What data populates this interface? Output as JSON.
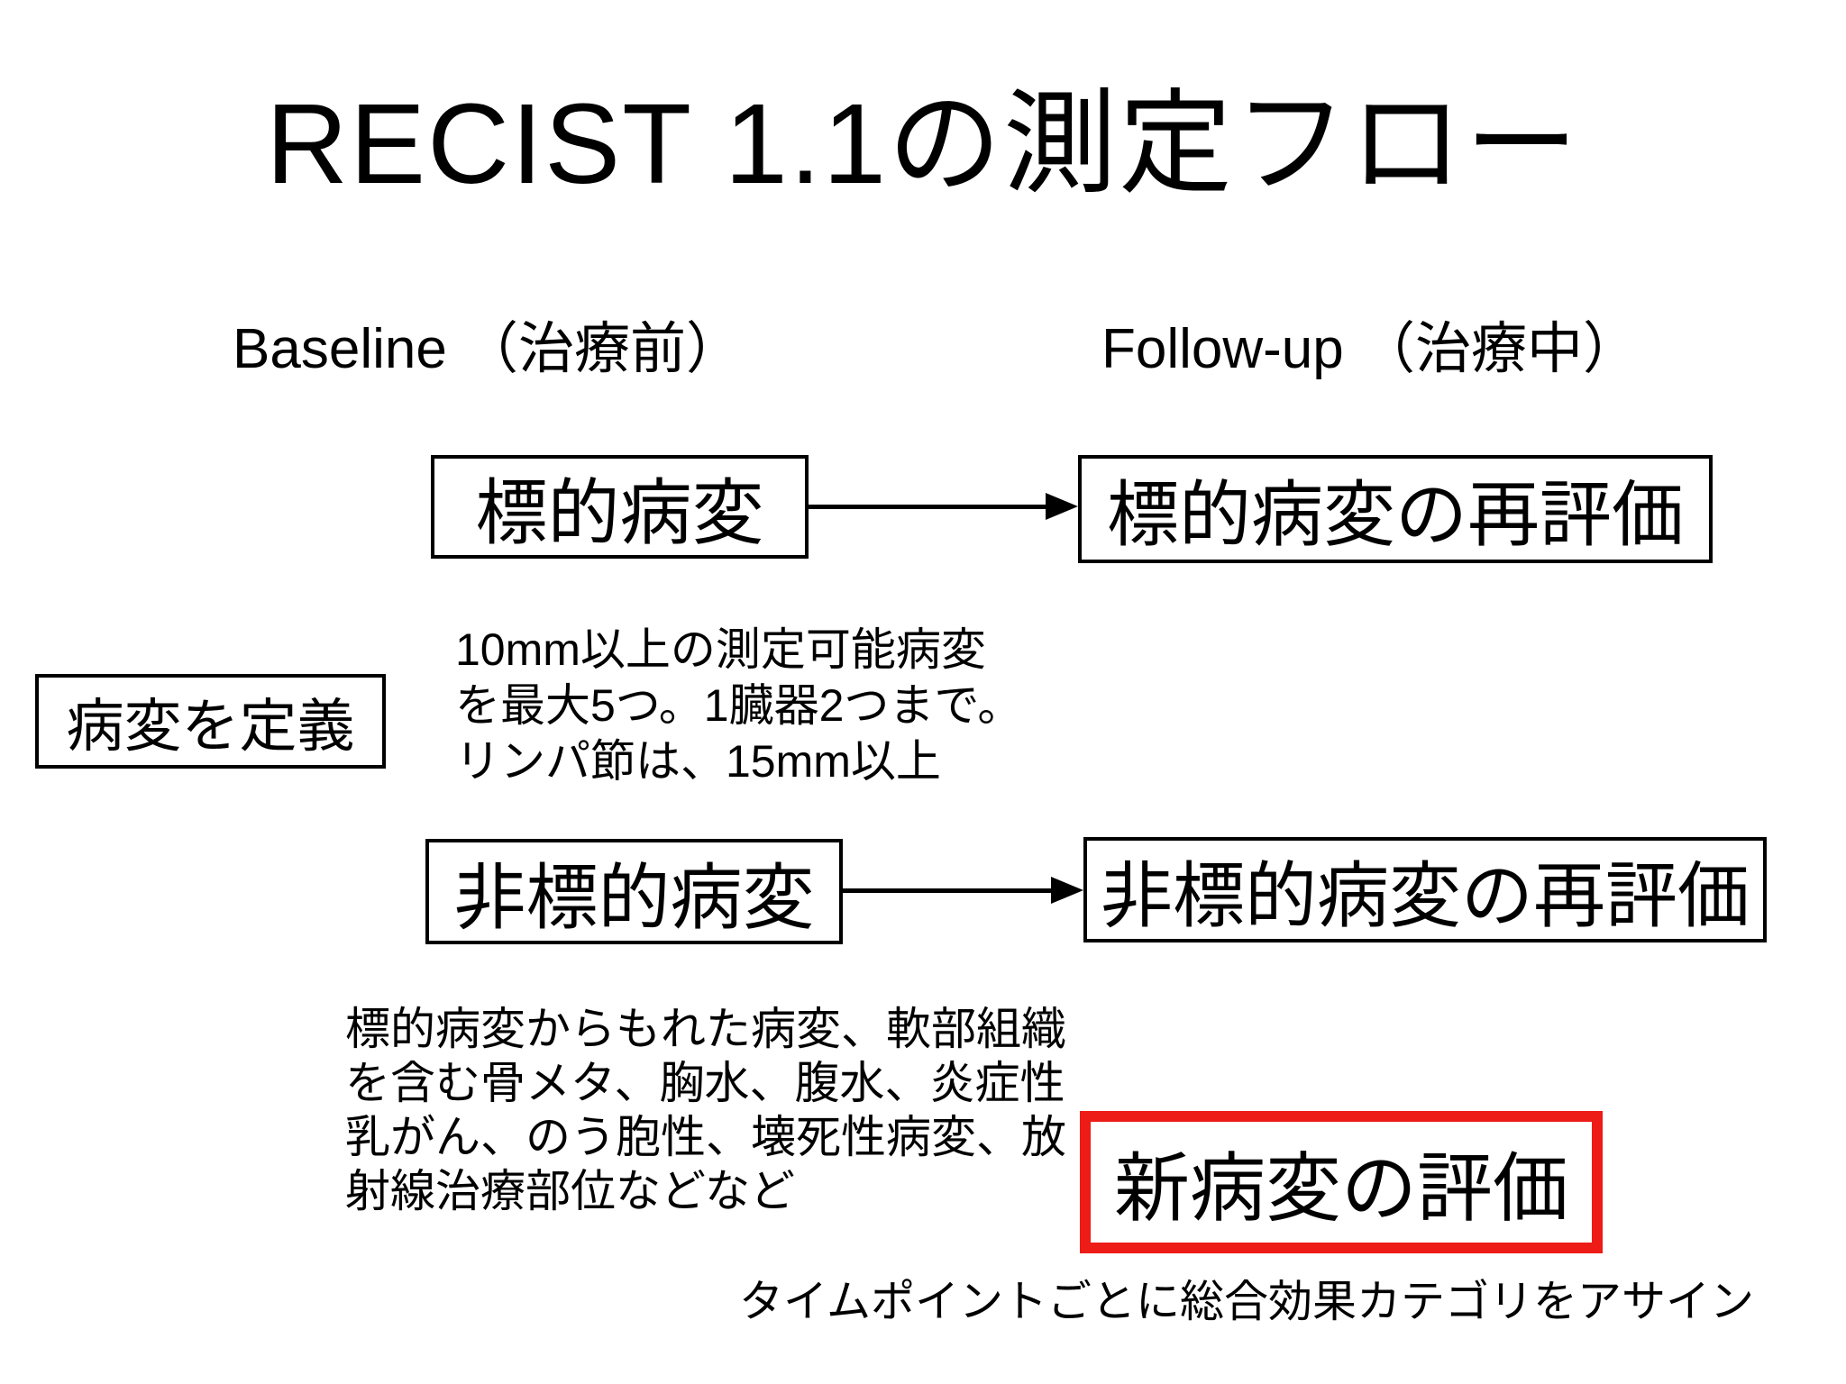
{
  "slide": {
    "title": "RECIST 1.1の測定フロー",
    "columns": {
      "baseline": "Baseline （治療前）",
      "followup": "Follow-up （治療中）"
    },
    "flow": {
      "define_box": "病変を定義",
      "target_box": "標的病変",
      "target_reassess_box": "標的病変の再評価",
      "nontarget_box": "非標的病変",
      "nontarget_reassess_box": "非標的病変の再評価",
      "new_lesion_box": "新病変の評価"
    },
    "notes": {
      "target_criteria": "10mm以上の測定可能病変\nを最大5つ。1臓器2つまで。\nリンパ節は、15mm以上",
      "nontarget_examples": "標的病変からもれた病変、軟部組織\nを含む骨メタ、胸水、腹水、炎症性\n乳がん、のう胞性、壊死性病変、放\n射線治療部位などなど",
      "footer": "タイムポイントごとに総合効果カテゴリをアサイン"
    },
    "colors": {
      "highlight_red": "#ed1c16",
      "box_border": "#000000",
      "text": "#000000",
      "background": "#ffffff"
    }
  }
}
